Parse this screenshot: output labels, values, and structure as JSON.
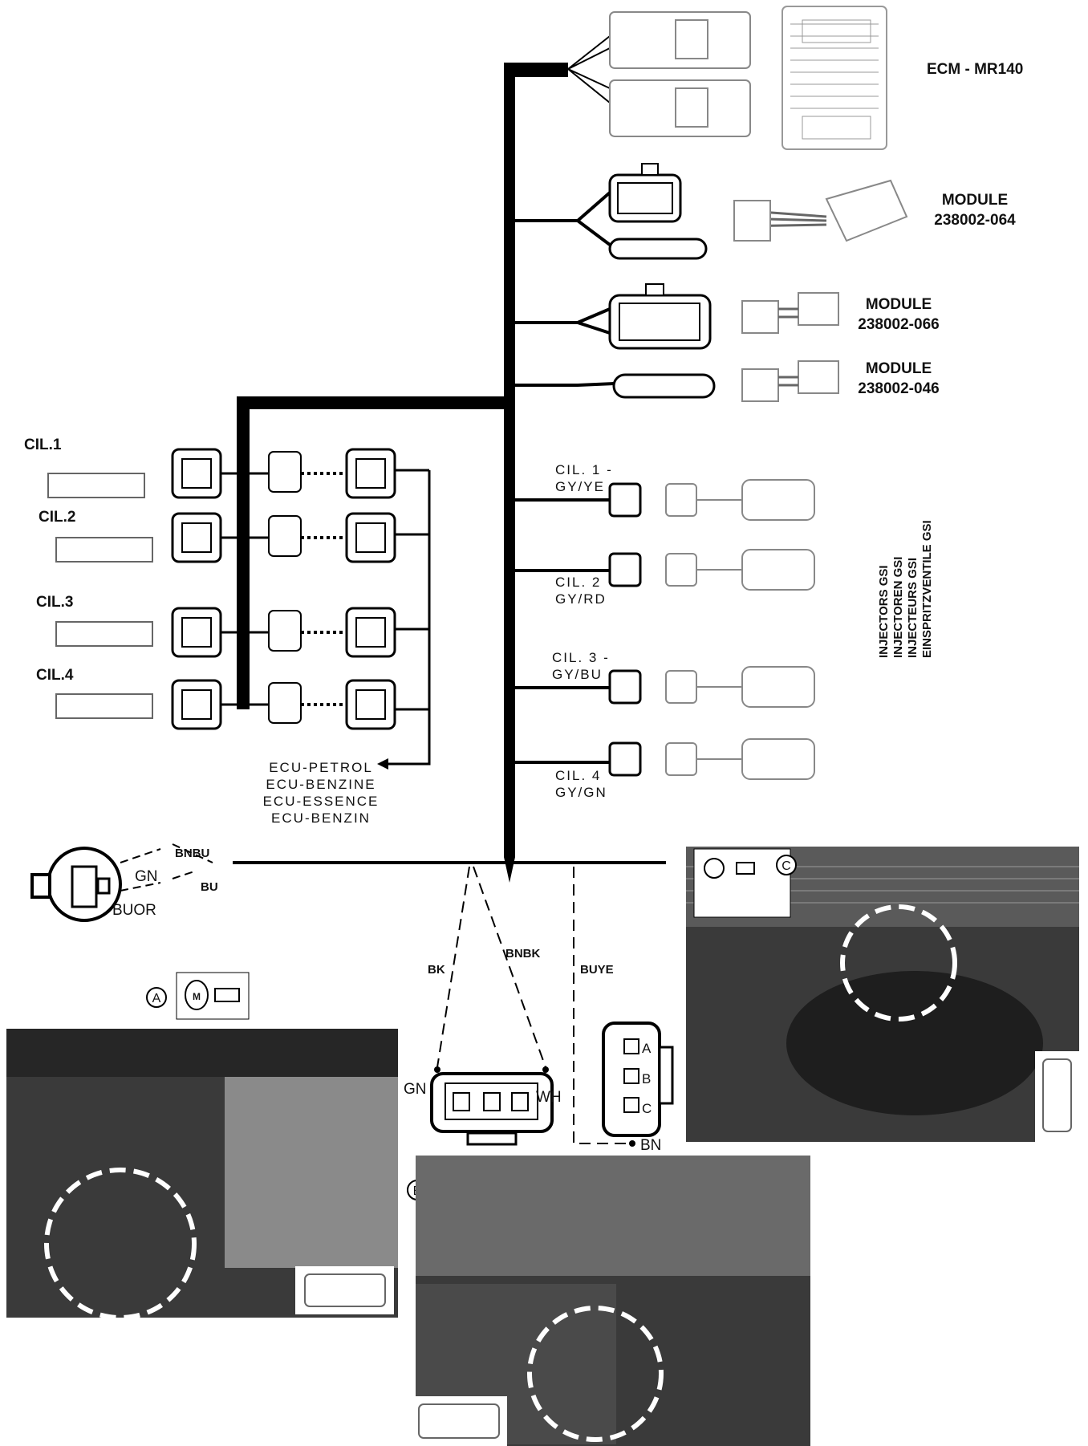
{
  "labels": {
    "ecm": "ECM - MR140",
    "module1_a": "MODULE",
    "module1_b": "238002-064",
    "module2_a": "MODULE",
    "module2_b": "238002-066",
    "module3_a": "MODULE",
    "module3_b": "238002-046",
    "cil1": "CIL.1",
    "cil2": "CIL.2",
    "cil3": "CIL.3",
    "cil4": "CIL.4",
    "gsi1_a": "CIL. 1 -",
    "gsi1_b": "GY/YE",
    "gsi2_a": "CIL. 2",
    "gsi2_b": "GY/RD",
    "gsi3_a": "CIL. 3 -",
    "gsi3_b": "GY/BU",
    "gsi4_a": "CIL. 4",
    "gsi4_b": "GY/GN",
    "inj1": "INJECTORS GSI",
    "inj2": "INJECTOREN GSI",
    "inj3": "INJECTEURS GSI",
    "inj4": "EINSPRITZVENTILE GSI",
    "ecu1": "ECU-PETROL",
    "ecu2": "ECU-BENZINE",
    "ecu3": "ECU-ESSENCE",
    "ecu4": "ECU-BENZIN",
    "bnbu": "BNBU",
    "bu": "BU",
    "gn_left": "GN",
    "buor": "BUOR",
    "bk": "BK",
    "bnbk": "BNBK",
    "buye": "BUYE",
    "gn_b": "GN",
    "wh": "WH",
    "pin_a": "A",
    "pin_b": "B",
    "pin_c": "C",
    "bn": "BN",
    "callout_a": "A",
    "callout_b": "B",
    "callout_c": "C",
    "motor_m": "M"
  }
}
